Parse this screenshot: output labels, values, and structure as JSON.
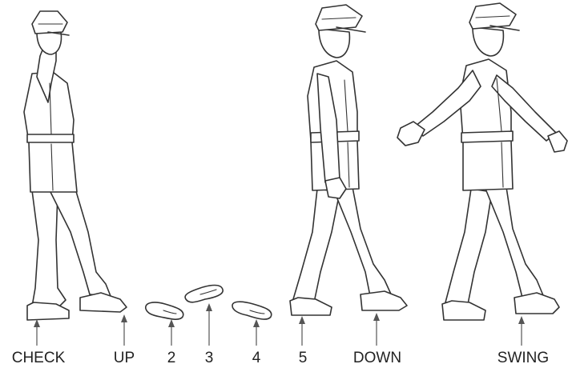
{
  "labels": {
    "check": "CHECK",
    "up": "UP",
    "step2": "2",
    "step3": "3",
    "step4": "4",
    "step5": "5",
    "down": "DOWN",
    "swing": "SWING"
  },
  "colors": {
    "ink": "#333333",
    "background": "#ffffff"
  }
}
